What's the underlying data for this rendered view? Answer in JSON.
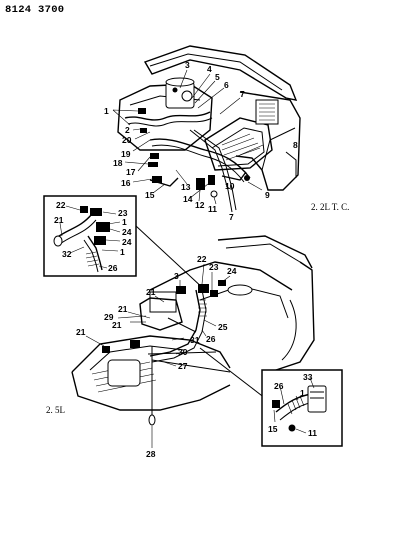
{
  "document_id": "8124 3700",
  "engine_labels": {
    "upper": "2. 2L T. C.",
    "lower": "2. 5L"
  },
  "callouts": {
    "top": [
      {
        "id": "t1",
        "text": "1"
      },
      {
        "id": "t2",
        "text": "2"
      },
      {
        "id": "t3",
        "text": "3"
      },
      {
        "id": "t4",
        "text": "4"
      },
      {
        "id": "t5",
        "text": "5"
      },
      {
        "id": "t6",
        "text": "6"
      },
      {
        "id": "t7a",
        "text": "7"
      },
      {
        "id": "t7b",
        "text": "7"
      },
      {
        "id": "t8",
        "text": "8"
      },
      {
        "id": "t9",
        "text": "9"
      },
      {
        "id": "t10",
        "text": "10"
      },
      {
        "id": "t11",
        "text": "11"
      },
      {
        "id": "t12",
        "text": "12"
      },
      {
        "id": "t13",
        "text": "13"
      },
      {
        "id": "t14",
        "text": "14"
      },
      {
        "id": "t15",
        "text": "15"
      },
      {
        "id": "t16",
        "text": "16"
      },
      {
        "id": "t17",
        "text": "17"
      },
      {
        "id": "t18",
        "text": "18"
      },
      {
        "id": "t19",
        "text": "19"
      },
      {
        "id": "t20",
        "text": "20"
      }
    ],
    "inset_left": [
      {
        "id": "a22",
        "text": "22"
      },
      {
        "id": "a21",
        "text": "21"
      },
      {
        "id": "a23",
        "text": "23"
      },
      {
        "id": "a1a",
        "text": "1"
      },
      {
        "id": "a24a",
        "text": "24"
      },
      {
        "id": "a24b",
        "text": "24"
      },
      {
        "id": "a1b",
        "text": "1"
      },
      {
        "id": "a32",
        "text": "32"
      },
      {
        "id": "a26",
        "text": "26"
      }
    ],
    "lower": [
      {
        "id": "b3",
        "text": "3"
      },
      {
        "id": "b22",
        "text": "22"
      },
      {
        "id": "b23",
        "text": "23"
      },
      {
        "id": "b24",
        "text": "24"
      },
      {
        "id": "b21a",
        "text": "21"
      },
      {
        "id": "b21b",
        "text": "21"
      },
      {
        "id": "b21c",
        "text": "21"
      },
      {
        "id": "b21d",
        "text": "21"
      },
      {
        "id": "b29",
        "text": "29"
      },
      {
        "id": "b25",
        "text": "25"
      },
      {
        "id": "b26",
        "text": "26"
      },
      {
        "id": "b31",
        "text": "31"
      },
      {
        "id": "b30",
        "text": "30"
      },
      {
        "id": "b27",
        "text": "27"
      },
      {
        "id": "b28",
        "text": "28"
      }
    ],
    "inset_right": [
      {
        "id": "c33",
        "text": "33"
      },
      {
        "id": "c26",
        "text": "26"
      },
      {
        "id": "c1",
        "text": "1"
      },
      {
        "id": "c15",
        "text": "15"
      },
      {
        "id": "c11",
        "text": "11"
      }
    ]
  }
}
